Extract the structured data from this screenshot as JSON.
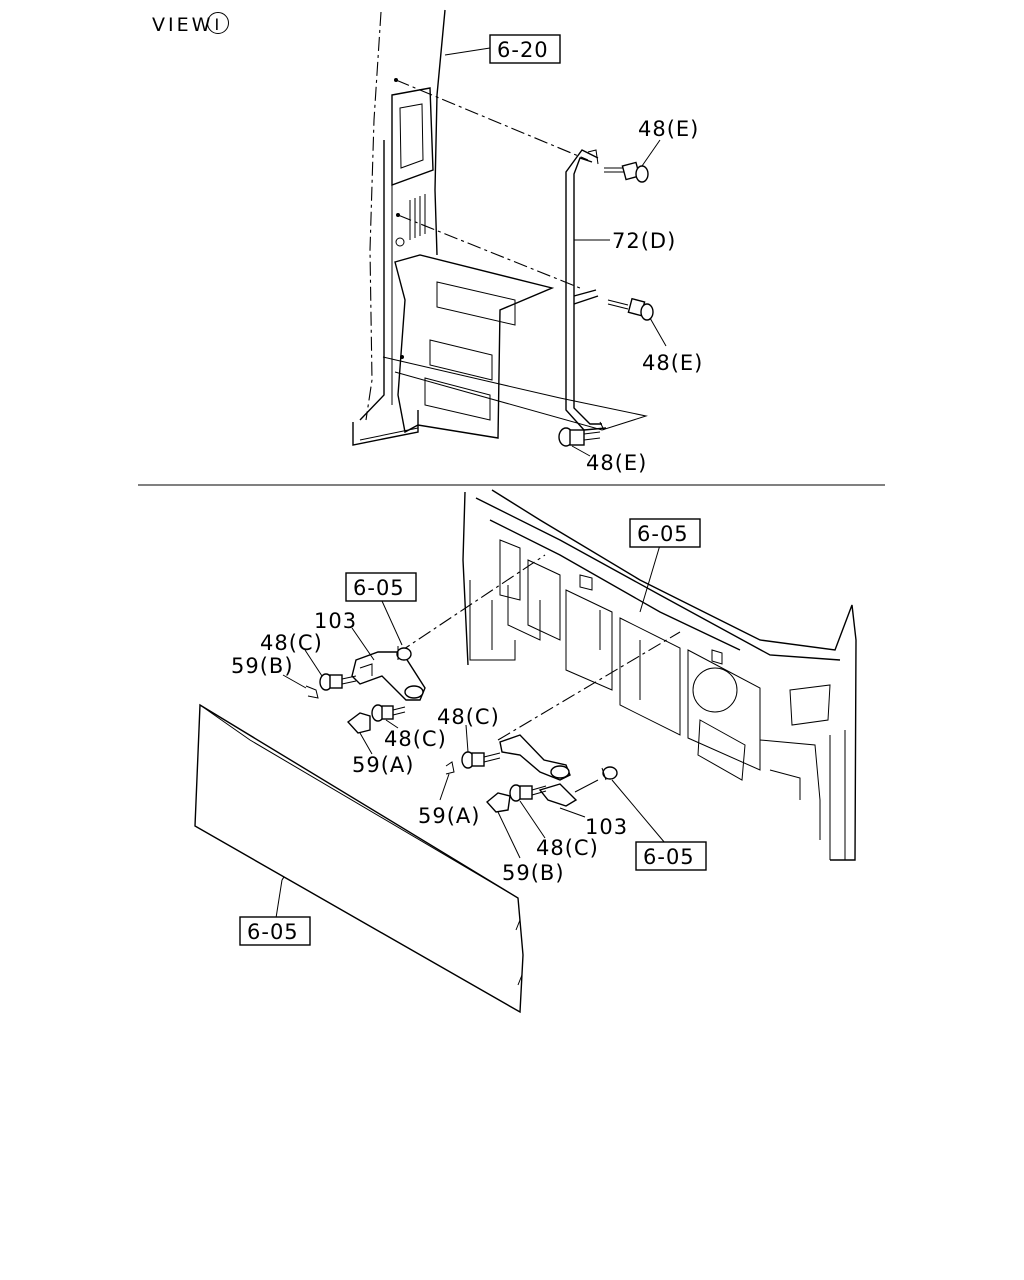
{
  "view_title": "VIEW",
  "view_symbol": "I",
  "upper": {
    "ref_box": "6-20",
    "labels": {
      "bolt_top": "48(E)",
      "bar": "72(D)",
      "bolt_mid": "48(E)",
      "bolt_bottom": "48(E)"
    }
  },
  "lower": {
    "ref_boxes": {
      "cab_top": "6-05",
      "bracket_left": "6-05",
      "bolt_right": "6-05",
      "panel": "6-05"
    },
    "labels": {
      "bracket_left": "103",
      "bolt_left_top": "48(C)",
      "clip_left": "59(B)",
      "bolt_left_bottom": "48(C)",
      "cap_left": "59(A)",
      "bolt_right_top": "48(C)",
      "clip_right": "59(A)",
      "bracket_right": "103",
      "bolt_right_bottom": "48(C)",
      "cap_right": "59(B)"
    }
  }
}
